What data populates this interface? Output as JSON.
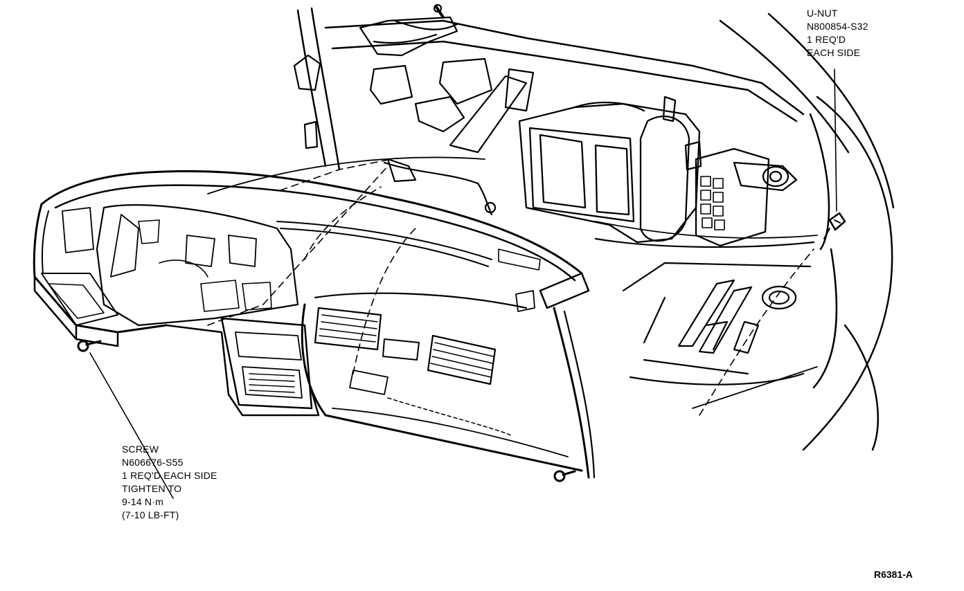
{
  "callouts": {
    "unut": {
      "lines": [
        "U-NUT",
        "N800854-S32",
        "1 REQ'D",
        "EACH SIDE"
      ]
    },
    "screw": {
      "lines": [
        "SCREW",
        "N606676-S55",
        "1 REQ'D EACH SIDE",
        "TIGHTEN TO",
        "9-14 N·m",
        "(7-10 LB-FT)"
      ]
    }
  },
  "figure_id": "R6381-A",
  "colors": {
    "ink": "#000000",
    "paper": "#ffffff"
  }
}
